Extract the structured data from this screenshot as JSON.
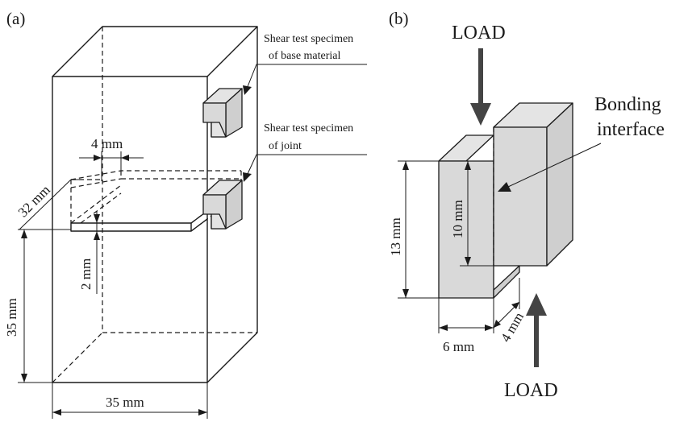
{
  "panel_a": {
    "label": "(a)",
    "callout_base": [
      "Shear test specimen",
      "of base material"
    ],
    "callout_joint": [
      "Shear test specimen",
      "of joint"
    ],
    "dim_4mm": "4 mm",
    "dim_32mm": "32 mm",
    "dim_2mm": "2 mm",
    "dim_35mm_vertical": "35 mm",
    "dim_35mm_horizontal": "35 mm"
  },
  "panel_b": {
    "label": "(b)",
    "load_top": "LOAD",
    "load_bottom": "LOAD",
    "bonding_interface": [
      "Bonding",
      "interface"
    ],
    "dim_13mm": "13 mm",
    "dim_10mm": "10 mm",
    "dim_6mm": "6 mm",
    "dim_4mm": "4 mm"
  }
}
